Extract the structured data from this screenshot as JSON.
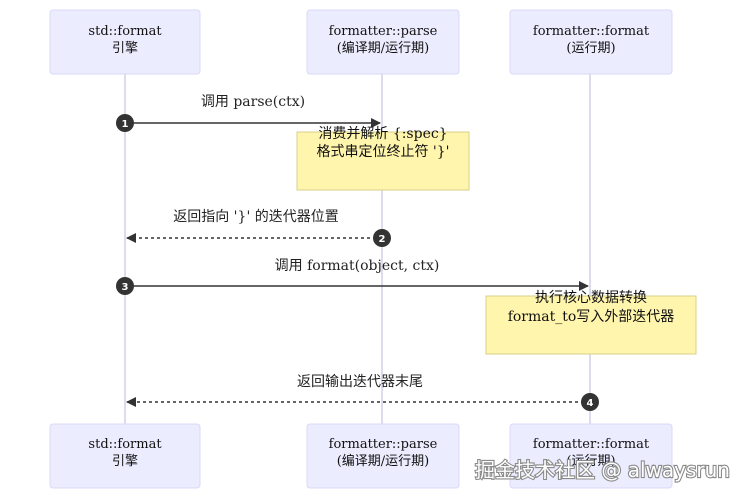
{
  "participants": [
    {
      "line1": "std::format",
      "line2": "引擎"
    },
    {
      "line1": "formatter::parse",
      "line2": "(编译期/运行期)"
    },
    {
      "line1": "formatter::format",
      "line2": "(运行期)"
    }
  ],
  "messages": [
    {
      "number": "1",
      "label": "调用 parse(ctx)"
    },
    {
      "number": "2",
      "label": "返回指向 '}' 的迭代器位置"
    },
    {
      "number": "3",
      "label": "调用 format(object, ctx)"
    },
    {
      "number": "4",
      "label": "返回输出迭代器末尾"
    }
  ],
  "notes": [
    {
      "line1": "消费并解析 {:spec}",
      "line2": "格式串定位终止符 '}'"
    },
    {
      "line1": "执行核心数据转换",
      "line2": "format_to写入外部迭代器"
    }
  ],
  "watermark": "掘金技术社区 @ alwaysrun",
  "colors": {
    "actor_fill": "#ECECFF",
    "note_fill": "#FFF5AD",
    "line": "#333333"
  }
}
